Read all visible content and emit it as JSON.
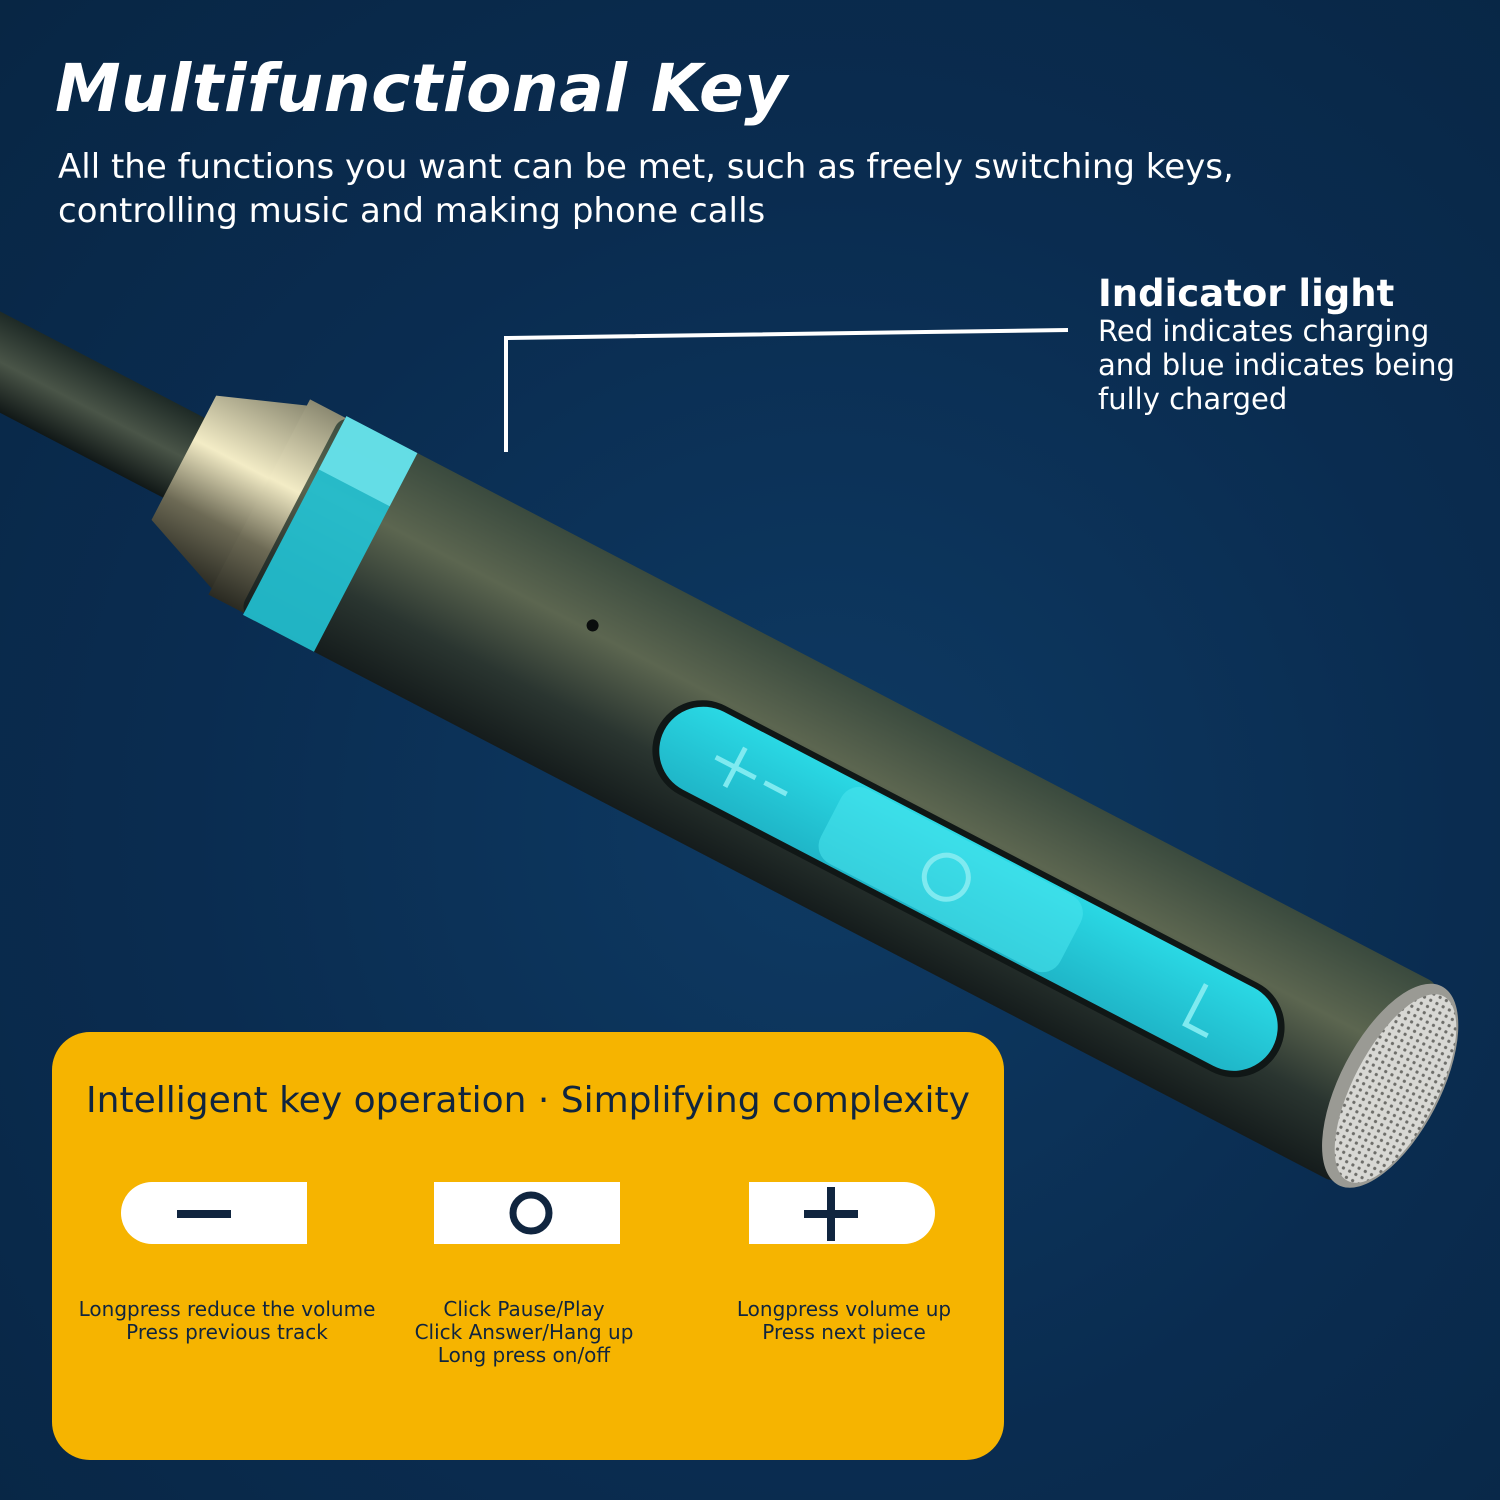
{
  "header": {
    "title": "Multifunctional Key",
    "subtitle": "All the functions you want can be met, such as freely switching keys, controlling music and making phone calls"
  },
  "indicator": {
    "title": "Indicator light",
    "description_lines": [
      "Red indicates charging",
      "and blue indicates being",
      "fully charged"
    ]
  },
  "panel": {
    "title": "Intelligent key operation · Simplifying complexity",
    "keys": [
      {
        "icon": "minus-icon",
        "lines": [
          "Longpress reduce the volume",
          "Press previous track"
        ]
      },
      {
        "icon": "circle-icon",
        "lines": [
          "Click Pause/Play",
          "Click Answer/Hang up",
          "Long press on/off"
        ]
      },
      {
        "icon": "plus-icon",
        "lines": [
          "Longpress volume up",
          "Press next piece"
        ]
      }
    ]
  },
  "colors": {
    "background": "#0b2d52",
    "panel": "#f6b400",
    "accent_cyan": "#36d4e0",
    "text_dark": "#10253f",
    "text_light": "#ffffff"
  }
}
